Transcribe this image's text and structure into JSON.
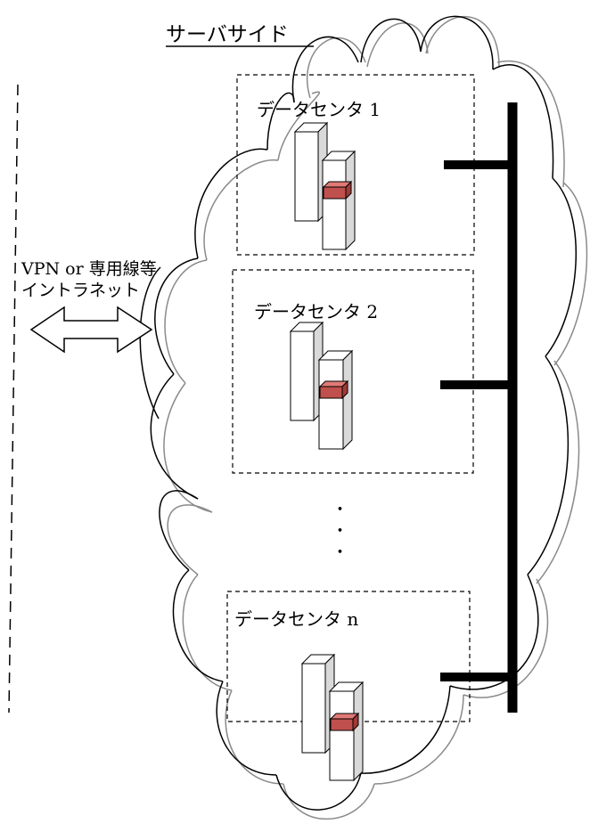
{
  "diagram": {
    "title": "サーバサイド",
    "client_label_line1": "VPN or 専用線等",
    "client_label_line2": "イントラネット",
    "ellipsis": "・・・",
    "data_centers": [
      {
        "label": "データセンタ 1"
      },
      {
        "label": "データセンタ 2"
      },
      {
        "label": "データセンタ n"
      }
    ],
    "colors": {
      "line": "#000000",
      "cloud_shadow": "#8a8a8a",
      "server_front": "#ffffff",
      "server_side": "#d9d9d9",
      "module_front": "#c0504d",
      "module_side": "#e07a76"
    }
  }
}
